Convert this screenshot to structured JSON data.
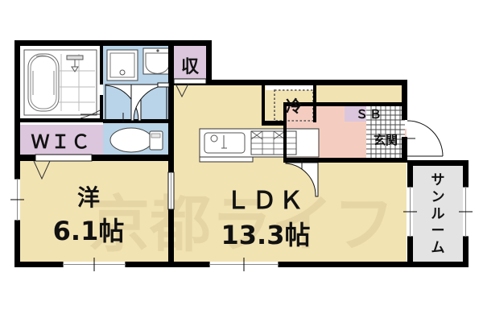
{
  "plan": {
    "type": "floor-plan",
    "watermark": "京都ライフ",
    "colors": {
      "wall": "#000000",
      "living_floor": "#f2e3b3",
      "corridor": "#f5cdc0",
      "wet_area": "#b9d4e8",
      "closet": "#dbc6dd",
      "sunroom": "#e3e3e3",
      "bath_white": "#ffffff",
      "watermark": "#e8d9a8",
      "text": "#1a1a1a"
    },
    "rooms": [
      {
        "id": "bath",
        "name": "bathroom-unit",
        "label": "",
        "area": ""
      },
      {
        "id": "washroom",
        "name": "washroom",
        "label": "",
        "area": ""
      },
      {
        "id": "toilet",
        "name": "toilet",
        "label": "",
        "area": ""
      },
      {
        "id": "wic",
        "name": "walk-in-closet",
        "label": "ＷＩＣ",
        "area": ""
      },
      {
        "id": "storage",
        "name": "storage-closet",
        "label": "収",
        "area": ""
      },
      {
        "id": "washitsu",
        "name": "western-room",
        "label": "洋",
        "area": "6.1帖"
      },
      {
        "id": "ldk",
        "name": "ldk",
        "label": "ＬＤＫ",
        "area": "13.3帖"
      },
      {
        "id": "fridge",
        "name": "refrigerator-space",
        "label": "冷",
        "area": ""
      },
      {
        "id": "shoebox",
        "name": "shoe-box",
        "label": "ＳＢ",
        "area": ""
      },
      {
        "id": "genkan",
        "name": "entrance",
        "label": "玄関",
        "area": ""
      },
      {
        "id": "sunroom",
        "name": "sun-room",
        "label": "サンルーム",
        "area": ""
      }
    ],
    "labels": {
      "wic": "ＷＩＣ",
      "storage": "収",
      "room_name": "洋",
      "room_area": "6.1帖",
      "ldk_name": "ＬＤＫ",
      "ldk_area": "13.3帖",
      "fridge": "冷",
      "shoebox": "ＳＢ",
      "genkan": "玄関",
      "sunroom_chars": [
        "サ",
        "ン",
        "ル",
        "ー",
        "ム"
      ]
    },
    "fixtures": [
      {
        "name": "bathtub",
        "room": "bath"
      },
      {
        "name": "shower-head",
        "room": "bath"
      },
      {
        "name": "washing-machine-pan",
        "room": "washroom"
      },
      {
        "name": "vanity-sink",
        "room": "washroom"
      },
      {
        "name": "toilet-bowl",
        "room": "toilet"
      },
      {
        "name": "kitchen-sink",
        "room": "ldk"
      },
      {
        "name": "gas-stove",
        "room": "ldk"
      }
    ],
    "doors": [
      {
        "name": "bath-door",
        "kind": "swing"
      },
      {
        "name": "washroom-door",
        "kind": "swing"
      },
      {
        "name": "toilet-door",
        "kind": "swing"
      },
      {
        "name": "wic-door",
        "kind": "fold"
      },
      {
        "name": "room-door",
        "kind": "fold"
      },
      {
        "name": "storage-door",
        "kind": "fold"
      },
      {
        "name": "ldk-door",
        "kind": "swing"
      },
      {
        "name": "entrance-door",
        "kind": "swing"
      }
    ],
    "windows": [
      {
        "name": "room-west-window"
      },
      {
        "name": "room-south-window"
      },
      {
        "name": "ldk-south-window"
      },
      {
        "name": "sunroom-west-window"
      },
      {
        "name": "sunroom-east-window"
      }
    ]
  }
}
